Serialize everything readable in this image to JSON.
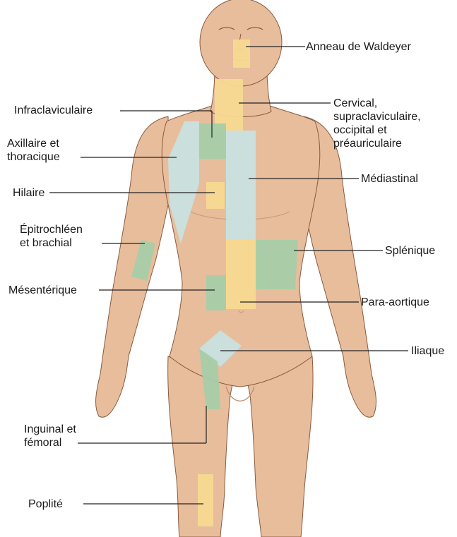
{
  "colors": {
    "skin": "#e7bd9c",
    "skin_shade": "#cf9b78",
    "outline": "#8a5a3e",
    "yellow_zone": "#f8d991",
    "green_zone": "#a6cda9",
    "blue_zone": "#c9e0df",
    "leader_line": "#222222"
  },
  "labels": {
    "waldeyer": [
      "Anneau de Waldeyer"
    ],
    "cervical": [
      "Cervical,",
      "supraclaviculaire,",
      "occipital et",
      "préauriculaire"
    ],
    "infraclav": [
      "Infraclaviculaire"
    ],
    "axillaire": [
      "Axillaire et",
      "thoracique"
    ],
    "mediastinal": [
      "Médiastinal"
    ],
    "hilaire": [
      "Hilaire"
    ],
    "epitroch": [
      "Épitrochléen",
      "et brachial"
    ],
    "splenique": [
      "Splénique"
    ],
    "mesenterique": [
      "Mésentérique"
    ],
    "paraaortique": [
      "Para-aortique"
    ],
    "iliaque": [
      "Iliaque"
    ],
    "inguinal": [
      "Inguinal et",
      "fémoral"
    ],
    "poplite": [
      "Poplité"
    ]
  }
}
